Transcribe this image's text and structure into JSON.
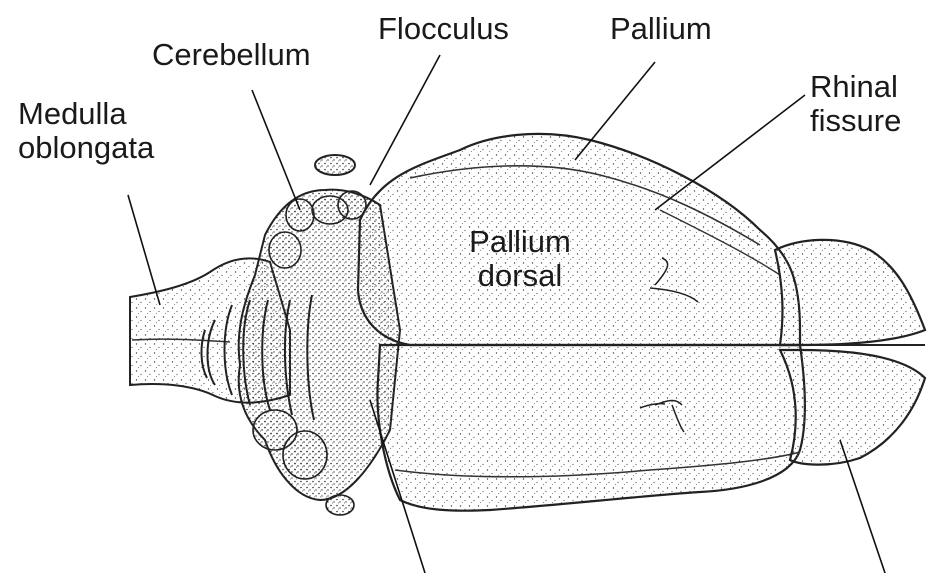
{
  "labels": {
    "medulla_line1": "Medulla",
    "medulla_line2": "oblongata",
    "cerebellum": "Cerebellum",
    "flocculus": "Flocculus",
    "pallium": "Pallium",
    "rhinal_line1": "Rhinal",
    "rhinal_line2": "fissure",
    "pallium_dorsal_line1": "Pallium",
    "pallium_dorsal_line2": "dorsal"
  }
}
